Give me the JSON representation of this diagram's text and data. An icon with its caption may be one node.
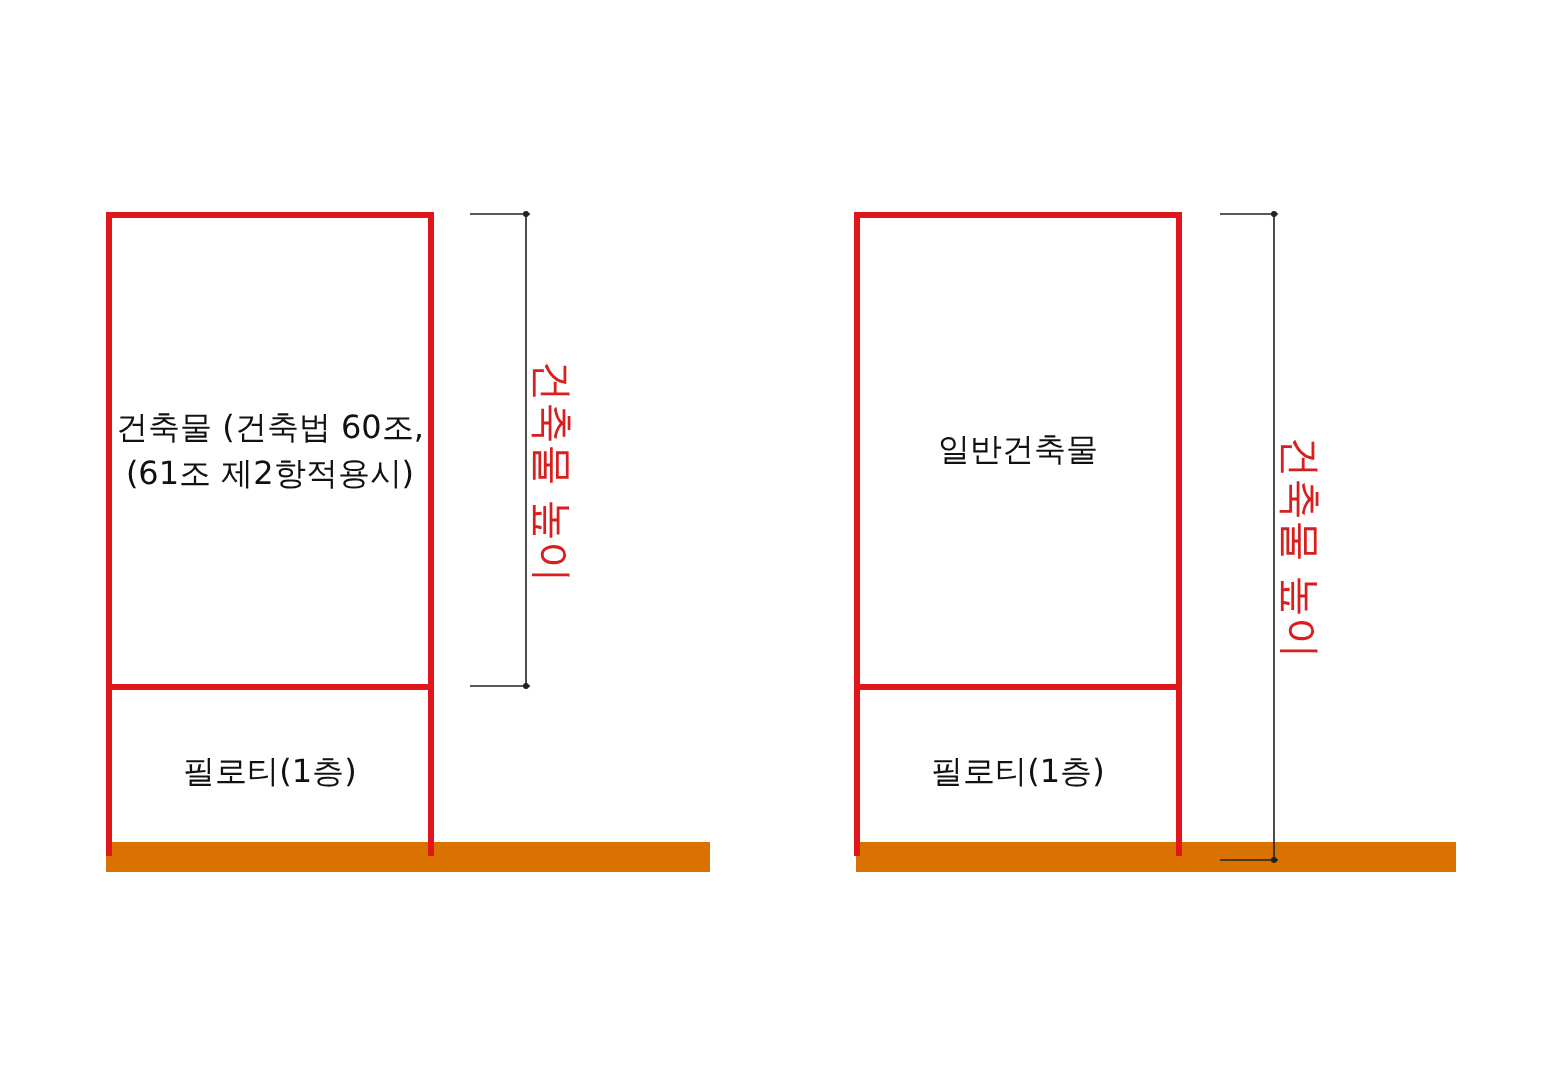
{
  "diagram": {
    "nodes": [
      {
        "text": [
          "건축물 (건축법 60조, (61조 제2항적용시)"
        ]
      },
      {
        "text": [
          "필로티(1층)"
        ]
      },
      {
        "text": [
          "일반건축물"
        ]
      },
      {
        "text": [
          "필로티(1층)"
        ]
      }
    ],
    "edges": [],
    "labels": [
      "건축물 높이",
      "건축물 높이"
    ]
  }
}
